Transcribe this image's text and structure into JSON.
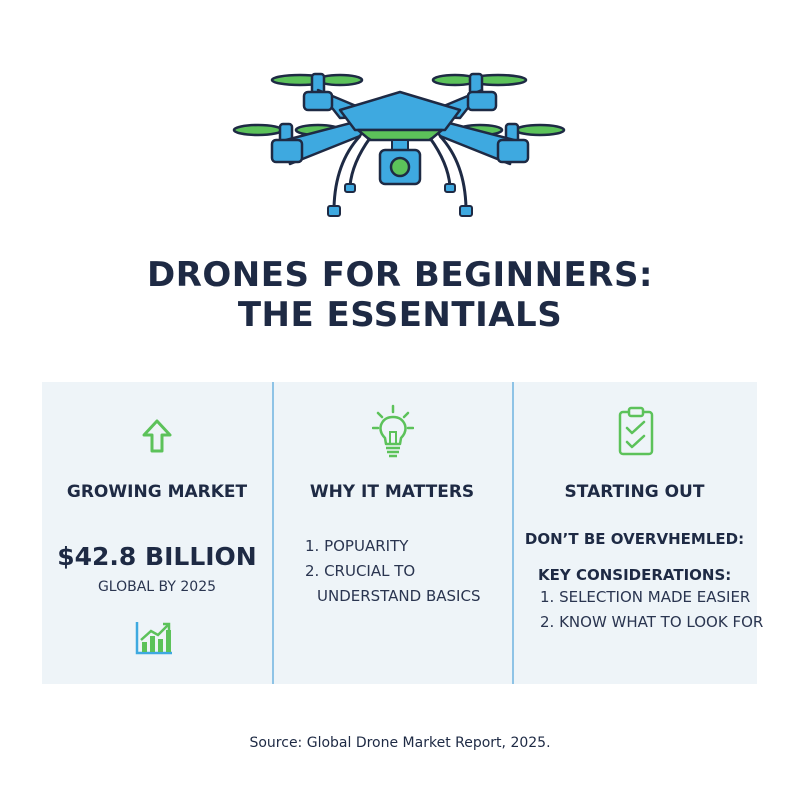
{
  "title": {
    "line1": "DRONES FOR BEGINNERS:",
    "line2": "THE ESSENTIALS"
  },
  "cards": {
    "market": {
      "icon": "arrow-up-icon",
      "heading": "GROWING MARKET",
      "value": "$42.8 BILLION",
      "caption": "GLOBAL BY 2025",
      "chart_icon": "growth-chart-icon"
    },
    "why": {
      "icon": "lightbulb-icon",
      "heading": "WHY IT MATTERS",
      "items": [
        "1. POPUARITY",
        "2. CRUCIAL TO",
        "UNDERSTAND BASICS"
      ]
    },
    "start": {
      "icon": "clipboard-check-icon",
      "heading": "STARTING OUT",
      "subheading": "DON’T BE OVERVHEMLED:",
      "list_heading": "KEY CONSIDERATIONS:",
      "items": [
        "1. SELECTION MADE EASIER",
        "2. KNOW WHAT TO LOOK FOR"
      ]
    }
  },
  "source": "Source: Global Drone Market Report, 2025.",
  "colors": {
    "drone_blue": "#3ea9e0",
    "accent_green": "#5cc25a",
    "navy": "#1e2a44",
    "panel_bg": "#eef4f8",
    "divider": "#8ec3e6"
  }
}
